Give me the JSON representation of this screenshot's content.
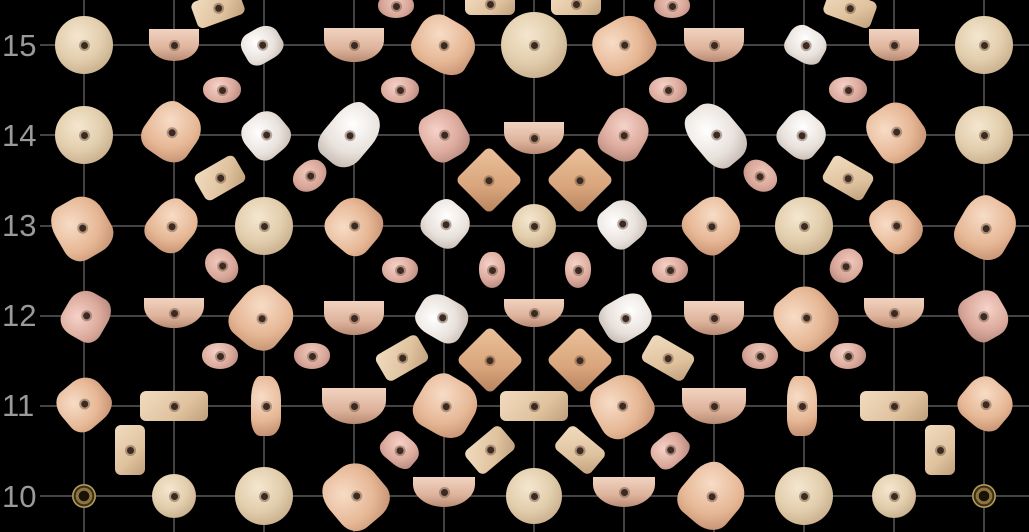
{
  "board": {
    "row_labels": [
      "15",
      "14",
      "13",
      "12",
      "11",
      "10"
    ],
    "colors": {
      "background": "#000000",
      "grid_line": "#6e6e6e",
      "row_label": "#9a9a9a"
    }
  }
}
